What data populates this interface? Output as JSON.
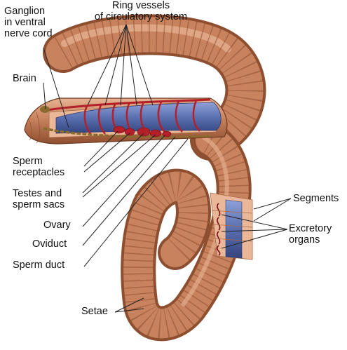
{
  "labels": {
    "ganglion": "Ganglion\nin ventral\nnerve cord",
    "ring_vessels": "Ring vessels\nof circulatory system",
    "brain": "Brain",
    "sperm_receptacles": "Sperm\nreceptacles",
    "testes": "Testes and\nsperm sacs",
    "ovary": "Ovary",
    "oviduct": "Oviduct",
    "sperm_duct": "Sperm duct",
    "segments": "Segments",
    "excretory_organs": "Excretory\norgans",
    "setae": "Setae"
  },
  "colors": {
    "skin": "#c8825e",
    "skin_dark": "#8e4f30",
    "skin_light": "#e8b595",
    "cut_face": "#eab898",
    "vessel_blue": "#5a6fb0",
    "blood_red": "#b3202a",
    "nerve_brown": "#8a6a2e",
    "leader": "#222222"
  }
}
